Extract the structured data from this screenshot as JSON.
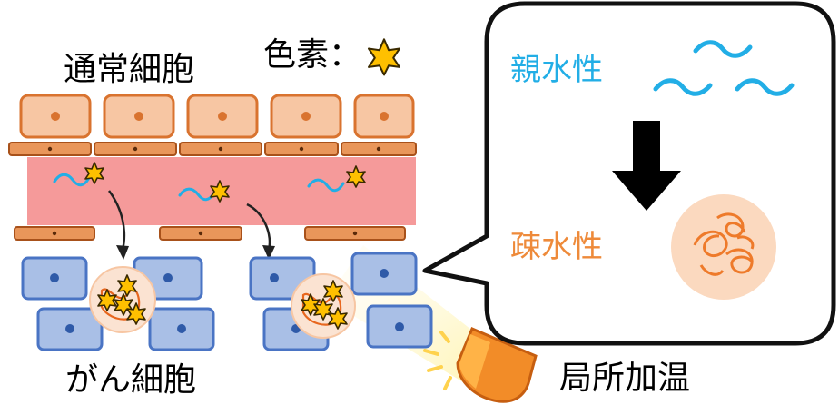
{
  "labels": {
    "normal_cells": "通常細胞",
    "pigment": "色素：",
    "cancer_cells": "がん細胞",
    "local_heating": "局所加温",
    "hydrophilic": "親水性",
    "hydrophobic": "疎水性"
  },
  "colors": {
    "normal_cell_fill": "#f7c6a3",
    "normal_cell_stroke": "#d9732f",
    "vessel": "#f59a9a",
    "cancer_cell_fill": "#a9bfe6",
    "cancer_cell_stroke": "#4a74c4",
    "polymer": "#22aee6",
    "hydrophobic_text": "#ee8a3a",
    "star": "#ffc000"
  }
}
